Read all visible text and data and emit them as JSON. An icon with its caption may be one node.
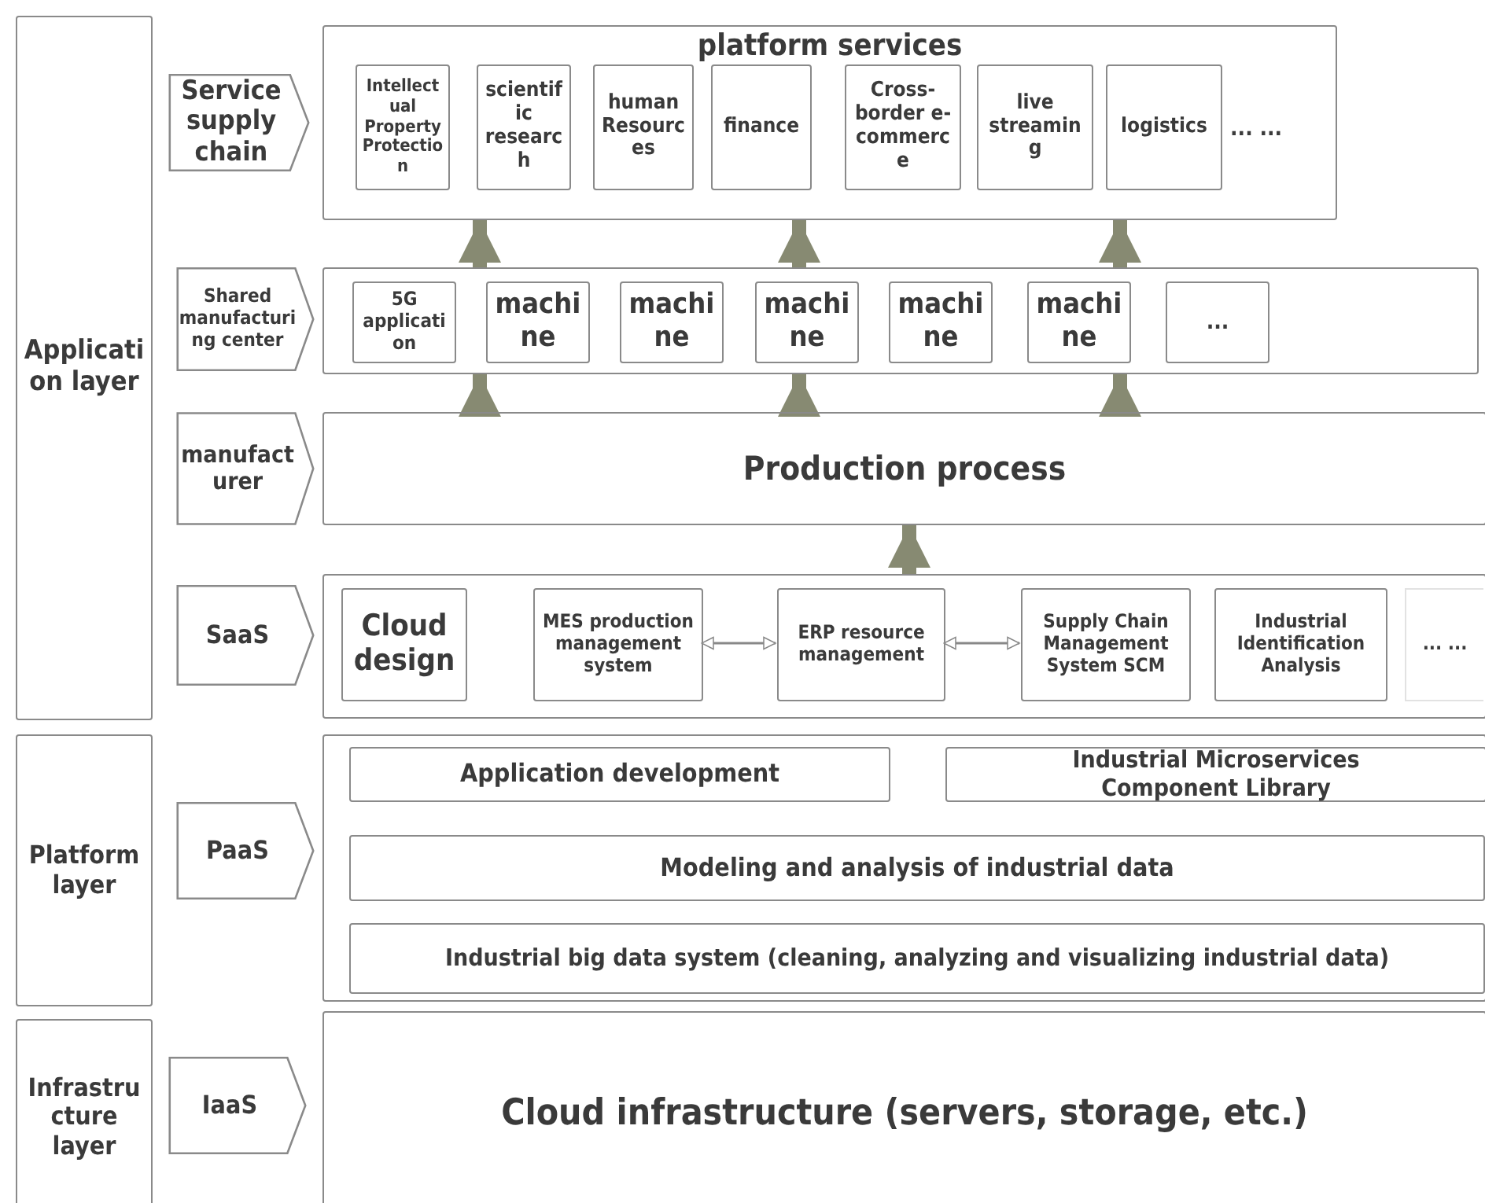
{
  "diagram": {
    "nodes": [
      {
        "text": [
          "Application layer"
        ]
      },
      {
        "text": [
          "Service supply chain"
        ]
      },
      {
        "text": [
          "platform services"
        ]
      },
      {
        "text": [
          "Intellectual Property Protection"
        ],
        "in": 2
      },
      {
        "text": [
          "scientific research"
        ],
        "in": 2
      },
      {
        "text": [
          "human Resources"
        ],
        "in": 2
      },
      {
        "text": [
          "finance"
        ],
        "in": 2
      },
      {
        "text": [
          "Cross-border e-commerce"
        ],
        "in": 2
      },
      {
        "text": [
          "live streaming"
        ],
        "in": 2
      },
      {
        "text": [
          "logistics"
        ],
        "in": 2
      },
      {
        "text": [
          "Shared manufacturing center"
        ]
      },
      {
        "text": [],
        "shape": "box"
      },
      {
        "text": [
          "5G application"
        ],
        "in": 11
      },
      {
        "text": [
          "machine"
        ],
        "in": 11
      },
      {
        "text": [
          "machine"
        ],
        "in": 11
      },
      {
        "text": [
          "machine"
        ],
        "in": 11
      },
      {
        "text": [
          "machine"
        ],
        "in": 11
      },
      {
        "text": [
          "machine"
        ],
        "in": 11
      },
      {
        "text": [
          "..."
        ],
        "in": 11
      },
      {
        "text": [
          "manufacturer"
        ]
      },
      {
        "text": [
          "Production process"
        ]
      },
      {
        "text": [
          "SaaS"
        ]
      },
      {
        "text": [],
        "shape": "box"
      },
      {
        "text": [
          "Cloud design"
        ],
        "in": 22
      },
      {
        "text": [
          "MES production management system"
        ],
        "in": 22
      },
      {
        "text": [
          "ERP resource management"
        ],
        "in": 22
      },
      {
        "text": [
          "Supply Chain Management System SCM"
        ],
        "in": 22
      },
      {
        "text": [
          "Industrial Identification Analysis"
        ],
        "in": 22
      },
      {
        "text": [
          "... ..."
        ],
        "in": 22
      },
      {
        "text": [
          "Platform layer"
        ]
      },
      {
        "text": [
          "PaaS"
        ]
      },
      {
        "text": [],
        "shape": "box"
      },
      {
        "text": [
          "Application development"
        ],
        "in": 31
      },
      {
        "text": [
          "Industrial Microservices Component Library"
        ],
        "in": 31
      },
      {
        "text": [
          "Modeling and analysis of industrial data"
        ],
        "in": 31
      },
      {
        "text": [
          "Industrial big data system (cleaning, analyzing and visualizing industrial data)"
        ],
        "in": 31
      },
      {
        "text": [
          "Infrastructure layer"
        ]
      },
      {
        "text": [
          "IaaS"
        ]
      },
      {
        "text": [
          "Cloud infrastructure (servers, storage, etc.)"
        ]
      }
    ],
    "edges": [
      {
        "from": 11,
        "to": 2,
        "arrow": "to"
      },
      {
        "from": 11,
        "to": 2,
        "arrow": "to"
      },
      {
        "from": 11,
        "to": 2,
        "arrow": "to"
      },
      {
        "from": 20,
        "to": 11,
        "arrow": "to"
      },
      {
        "from": 20,
        "to": 11,
        "arrow": "to"
      },
      {
        "from": 20,
        "to": 11,
        "arrow": "to"
      },
      {
        "from": 22,
        "to": 20,
        "arrow": "to"
      },
      {
        "from": 24,
        "to": 25,
        "arrow": "both"
      },
      {
        "from": 25,
        "to": 26,
        "arrow": "both"
      }
    ],
    "labels": [
      "... ..."
    ]
  }
}
